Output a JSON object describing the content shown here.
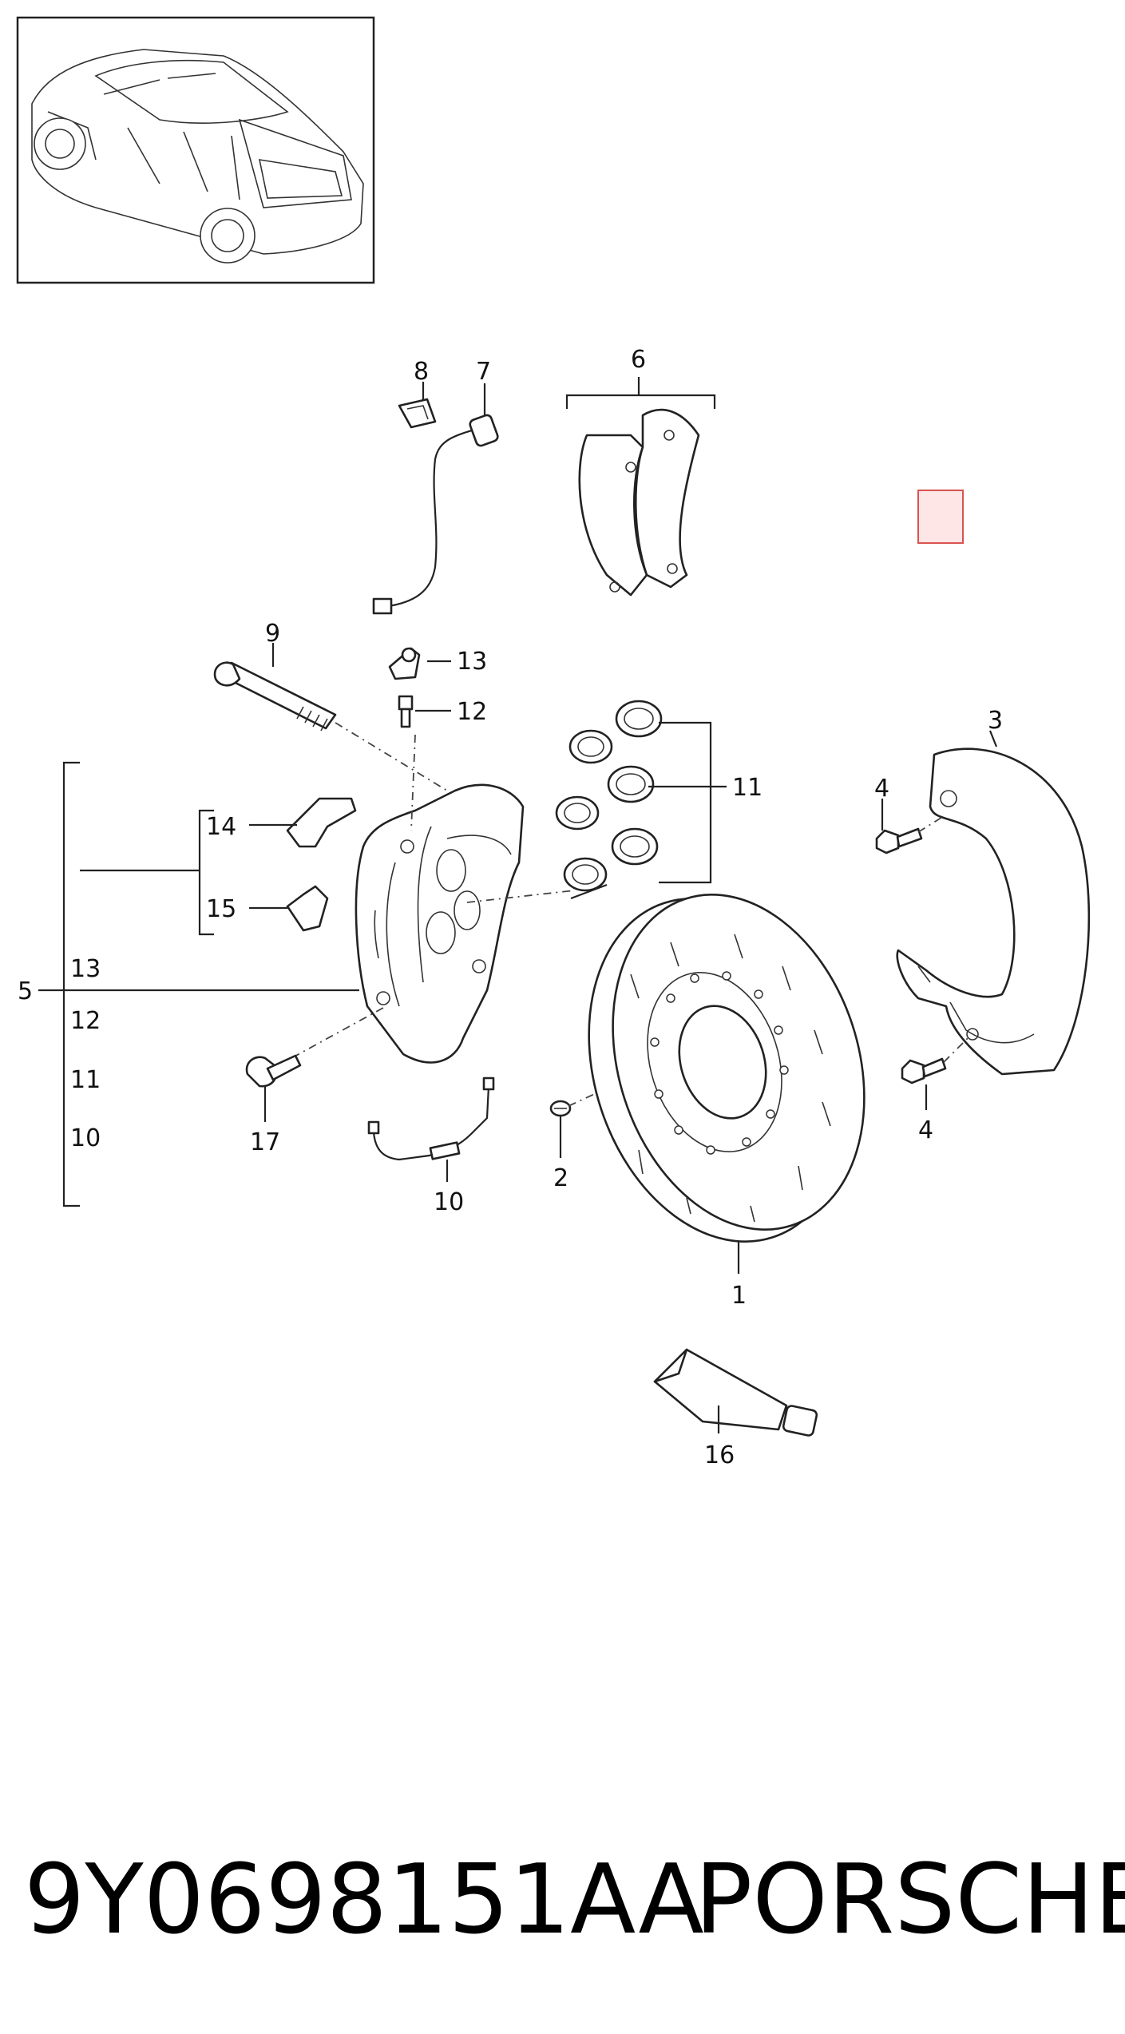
{
  "diagram": {
    "callouts": {
      "c1": "1",
      "c2": "2",
      "c3": "3",
      "c4a": "4",
      "c4b": "4",
      "c5": "5",
      "c6": "6",
      "c7": "7",
      "c8": "8",
      "c9": "9",
      "c10": "10",
      "c11": "11",
      "c12": "12",
      "c13": "13",
      "c14": "14",
      "c15": "15",
      "c16": "16",
      "c17": "17"
    },
    "group5_items": [
      "13",
      "12",
      "11",
      "10"
    ],
    "marker_color": "#ffe6e6",
    "marker_border": "#d9534f"
  },
  "footer": {
    "part_number": "9Y0698151AA",
    "brand": "PORSCHE"
  }
}
